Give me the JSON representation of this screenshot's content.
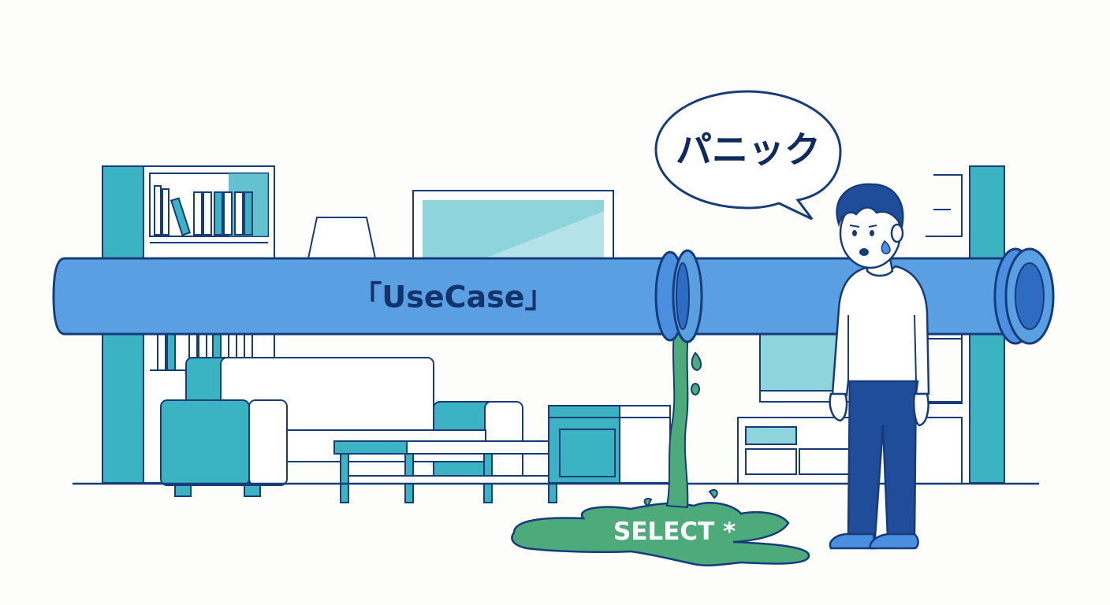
{
  "pipe": {
    "label": "「UseCase」"
  },
  "speech_bubble": {
    "text": "パニック"
  },
  "leak_puddle": {
    "text": "SELECT *"
  },
  "colors": {
    "pipe": "#5a9fe2",
    "outline": "#173c7a",
    "teal": "#3cb3c2",
    "teal_light": "#8ed4dc",
    "leak_green": "#4daa7a",
    "pants": "#1f4d99",
    "shoes": "#4a8fe0",
    "background": "#fdfdfc"
  },
  "icons": {
    "character": "worried-man",
    "furniture": [
      "bookshelf",
      "lamp",
      "tv-screen",
      "sofa",
      "coffee-table",
      "cabinet",
      "shelf-right"
    ]
  }
}
